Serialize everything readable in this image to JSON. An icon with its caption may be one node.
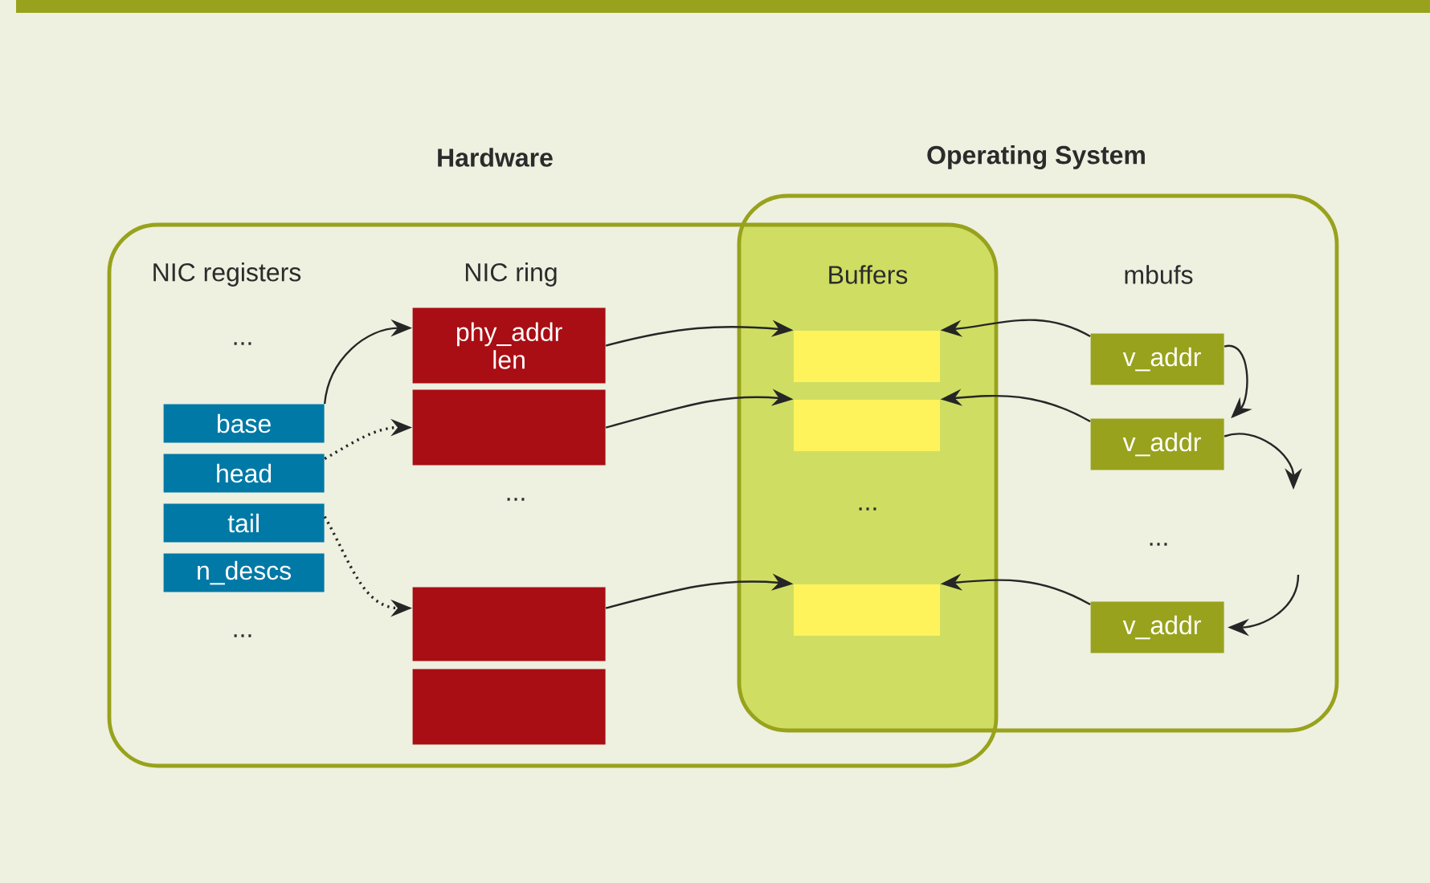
{
  "diagram": {
    "nodes": [
      {
        "text": [
          "Hardware"
        ]
      },
      {
        "text": [
          "Operating System"
        ]
      },
      {
        "text": [
          "base"
        ],
        "in": 0
      },
      {
        "text": [
          "head"
        ],
        "in": 0
      },
      {
        "text": [
          "tail"
        ],
        "in": 0
      },
      {
        "text": [
          "n_descs"
        ],
        "in": 0
      },
      {
        "text": [
          "phy_addr len"
        ],
        "in": 0
      },
      {
        "text": [],
        "shape": "box",
        "in": 0
      },
      {
        "text": [],
        "shape": "box",
        "in": 0
      },
      {
        "text": [],
        "shape": "box",
        "in": 0
      },
      {
        "text": [],
        "shape": "box"
      },
      {
        "text": [],
        "shape": "box"
      },
      {
        "text": [],
        "shape": "box"
      },
      {
        "text": [
          "v_addr"
        ],
        "in": 1
      },
      {
        "text": [
          "v_addr"
        ],
        "in": 1
      },
      {
        "text": [
          "v_addr"
        ],
        "in": 1
      }
    ],
    "edges": [
      {
        "from": 2,
        "to": 6,
        "arrow": "to"
      },
      {
        "from": 3,
        "to": 7,
        "arrow": "to",
        "style": "dashed"
      },
      {
        "from": 4,
        "to": 8,
        "arrow": "to",
        "style": "dashed"
      },
      {
        "from": 6,
        "to": 10,
        "arrow": "to"
      },
      {
        "from": 7,
        "to": 11,
        "arrow": "to"
      },
      {
        "from": 8,
        "to": 12,
        "arrow": "to"
      },
      {
        "from": 13,
        "to": 10,
        "arrow": "to"
      },
      {
        "from": 14,
        "to": 11,
        "arrow": "to"
      },
      {
        "from": 15,
        "to": 12,
        "arrow": "to"
      },
      {
        "from": 13,
        "to": 14,
        "arrow": "to"
      },
      {
        "from": 14,
        "to": null,
        "arrow": "to"
      },
      {
        "from": null,
        "to": 15,
        "arrow": "to"
      }
    ],
    "labels": [
      "NIC registers",
      "NIC ring",
      "Buffers",
      "mbufs",
      "...",
      "...",
      "...",
      "...",
      "..."
    ]
  }
}
